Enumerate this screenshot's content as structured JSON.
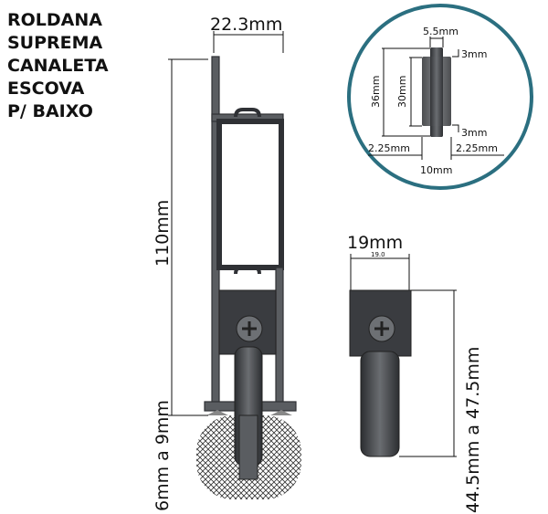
{
  "title_lines": [
    "ROLDANA",
    "SUPREMA",
    "CANALETA",
    "ESCOVA",
    "P/ BAIXO"
  ],
  "profile": {
    "width": "22.3mm",
    "height": "110mm",
    "clearance": "6mm a 9mm"
  },
  "side_view": {
    "width": "19mm",
    "width_small": "19.0",
    "height": "44.5mm a 47.5mm"
  },
  "wheel_detail": {
    "hub_width": "5.5mm",
    "top_step": "3mm",
    "bottom_step": "3mm",
    "outer_height": "36mm",
    "inner_height": "30mm",
    "left_offset": "2.25mm",
    "right_offset": "2.25mm",
    "total_width": "10mm"
  },
  "colors": {
    "circle": "#2b6f80",
    "metal": "#5a5d61"
  }
}
